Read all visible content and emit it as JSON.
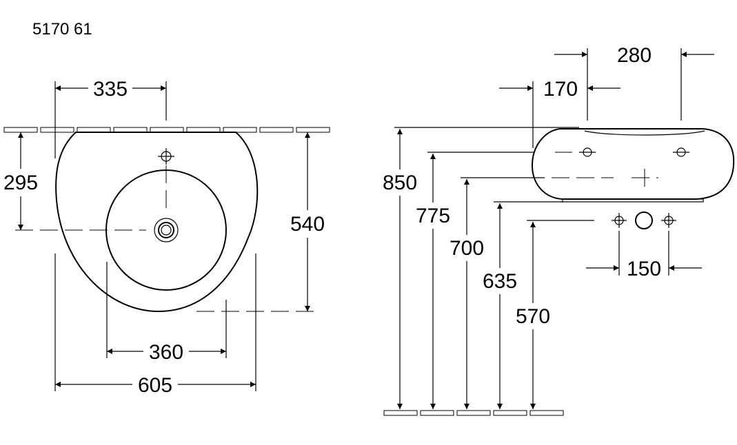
{
  "product_code": "5170 61",
  "front_view": {
    "dimensions": {
      "width_overall": "605",
      "bowl_width": "360",
      "tap_hole_offset": "335",
      "drain_depth": "295",
      "depth_overall": "540"
    }
  },
  "side_view": {
    "dimensions": {
      "height_top": "850",
      "height_tap_axis": "775",
      "height_drain_axis": "700",
      "height_underside": "635",
      "height_waste_axis": "570",
      "hole_offset_170": "170",
      "hole_spacing_280": "280",
      "waste_spacing_150": "150"
    }
  },
  "colors": {
    "line": "#000000",
    "background": "#ffffff"
  }
}
